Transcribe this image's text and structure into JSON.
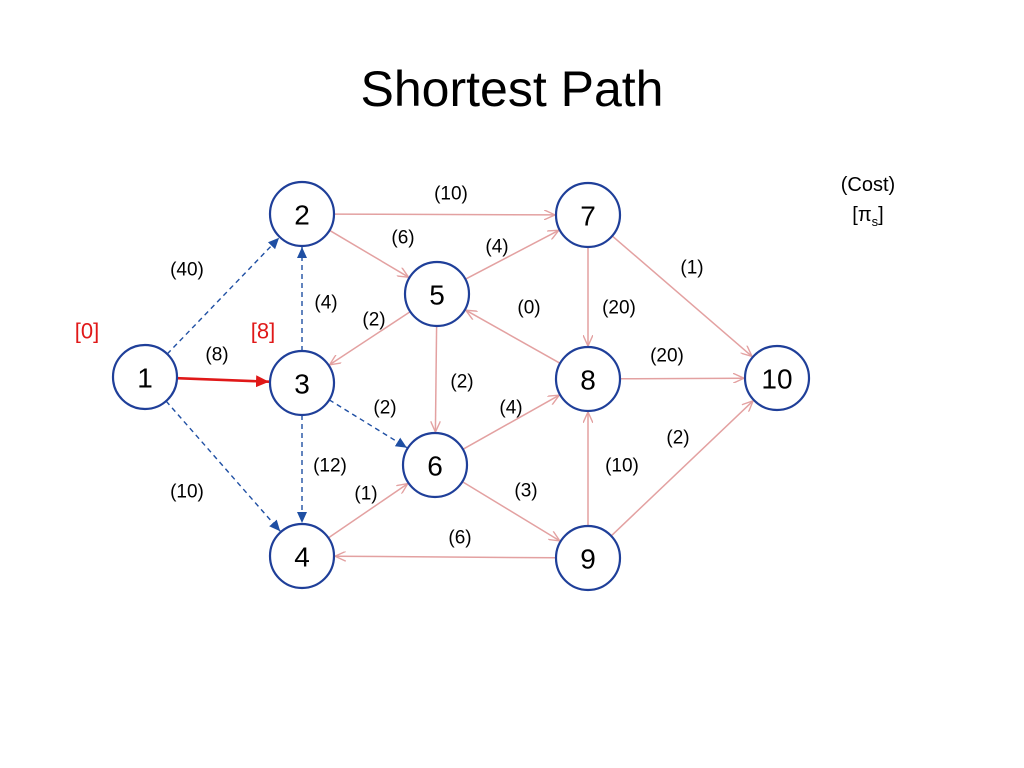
{
  "title": "Shortest Path",
  "legend": {
    "cost": "(Cost)",
    "open": "[",
    "symbol": "π",
    "subscript": "s",
    "close": "]"
  },
  "colors": {
    "node_stroke": "#1f3f99",
    "edge": "#e3a1a1",
    "tree_edge": "#1f4fa3",
    "highlight": "#e01818"
  },
  "nodes": [
    {
      "id": "1",
      "label": "1"
    },
    {
      "id": "2",
      "label": "2"
    },
    {
      "id": "3",
      "label": "3"
    },
    {
      "id": "4",
      "label": "4"
    },
    {
      "id": "5",
      "label": "5"
    },
    {
      "id": "6",
      "label": "6"
    },
    {
      "id": "7",
      "label": "7"
    },
    {
      "id": "8",
      "label": "8"
    },
    {
      "id": "9",
      "label": "9"
    },
    {
      "id": "10",
      "label": "10"
    }
  ],
  "node_labels": [
    {
      "node": "1",
      "text": "[0]"
    },
    {
      "node": "3",
      "text": "[8]"
    }
  ],
  "edges": [
    {
      "from": "1",
      "to": "2",
      "cost": "(40)",
      "style": "dashed"
    },
    {
      "from": "1",
      "to": "3",
      "cost": "(8)",
      "style": "highlight"
    },
    {
      "from": "1",
      "to": "4",
      "cost": "(10)",
      "style": "dashed"
    },
    {
      "from": "3",
      "to": "2",
      "cost": "(4)",
      "style": "dashed"
    },
    {
      "from": "3",
      "to": "6",
      "cost": "(2)",
      "style": "dashed"
    },
    {
      "from": "3",
      "to": "4",
      "cost": "(12)",
      "style": "dashed"
    },
    {
      "from": "2",
      "to": "7",
      "cost": "(10)",
      "style": "normal"
    },
    {
      "from": "2",
      "to": "5",
      "cost": "(6)",
      "style": "normal"
    },
    {
      "from": "5",
      "to": "7",
      "cost": "(4)",
      "style": "normal"
    },
    {
      "from": "5",
      "to": "3",
      "cost": "(2)",
      "style": "normal"
    },
    {
      "from": "5",
      "to": "6",
      "cost": "(2)",
      "style": "normal"
    },
    {
      "from": "8",
      "to": "5",
      "cost": "(0)",
      "style": "normal"
    },
    {
      "from": "7",
      "to": "8",
      "cost": "(20)",
      "style": "normal"
    },
    {
      "from": "7",
      "to": "10",
      "cost": "(1)",
      "style": "normal"
    },
    {
      "from": "8",
      "to": "10",
      "cost": "(20)",
      "style": "normal"
    },
    {
      "from": "6",
      "to": "8",
      "cost": "(4)",
      "style": "normal"
    },
    {
      "from": "6",
      "to": "9",
      "cost": "(3)",
      "style": "normal"
    },
    {
      "from": "4",
      "to": "6",
      "cost": "(1)",
      "style": "normal"
    },
    {
      "from": "9",
      "to": "4",
      "cost": "(6)",
      "style": "normal"
    },
    {
      "from": "9",
      "to": "8",
      "cost": "(10)",
      "style": "normal"
    },
    {
      "from": "9",
      "to": "10",
      "cost": "(2)",
      "style": "normal"
    }
  ]
}
